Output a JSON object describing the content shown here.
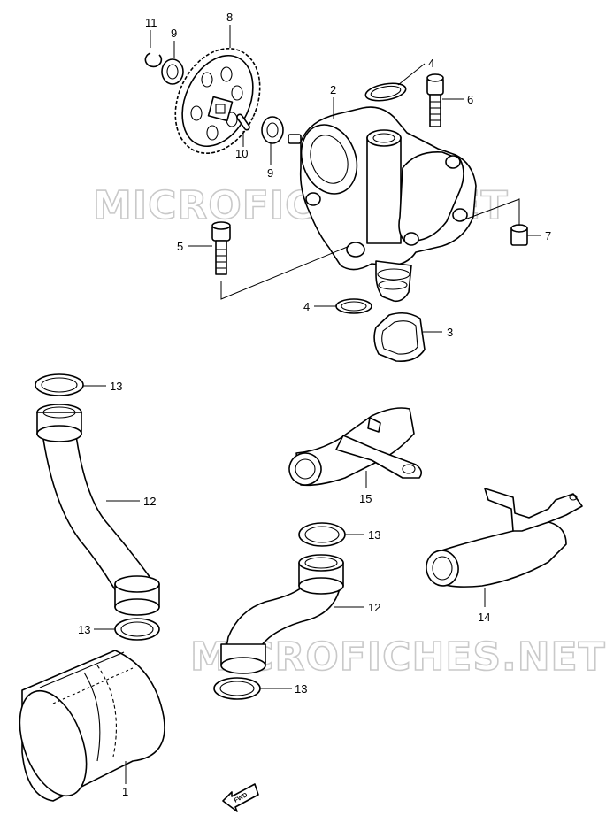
{
  "watermarks": [
    "MICROFICHES.NET",
    "MICROFICHES.NET"
  ],
  "fwd_label": "FWD",
  "callouts": [
    "11",
    "9",
    "8",
    "4",
    "2",
    "6",
    "10",
    "9",
    "7",
    "5",
    "4",
    "3",
    "13",
    "12",
    "15",
    "14",
    "13",
    "12",
    "13",
    "13",
    "1"
  ]
}
